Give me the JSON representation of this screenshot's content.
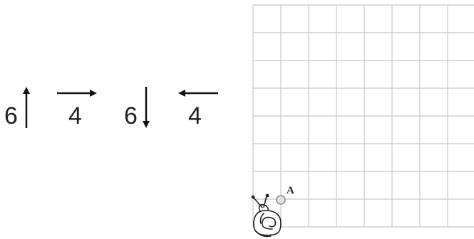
{
  "instructions": [
    {
      "number": "6",
      "direction": "up"
    },
    {
      "number": "4",
      "direction": "right"
    },
    {
      "number": "6",
      "direction": "down"
    },
    {
      "number": "4",
      "direction": "left"
    }
  ],
  "grid": {
    "columns": 8,
    "rows": 8,
    "line_color": "#c8c8c8"
  },
  "point": {
    "label": "A"
  },
  "snail": {
    "icon": "snail-icon"
  }
}
